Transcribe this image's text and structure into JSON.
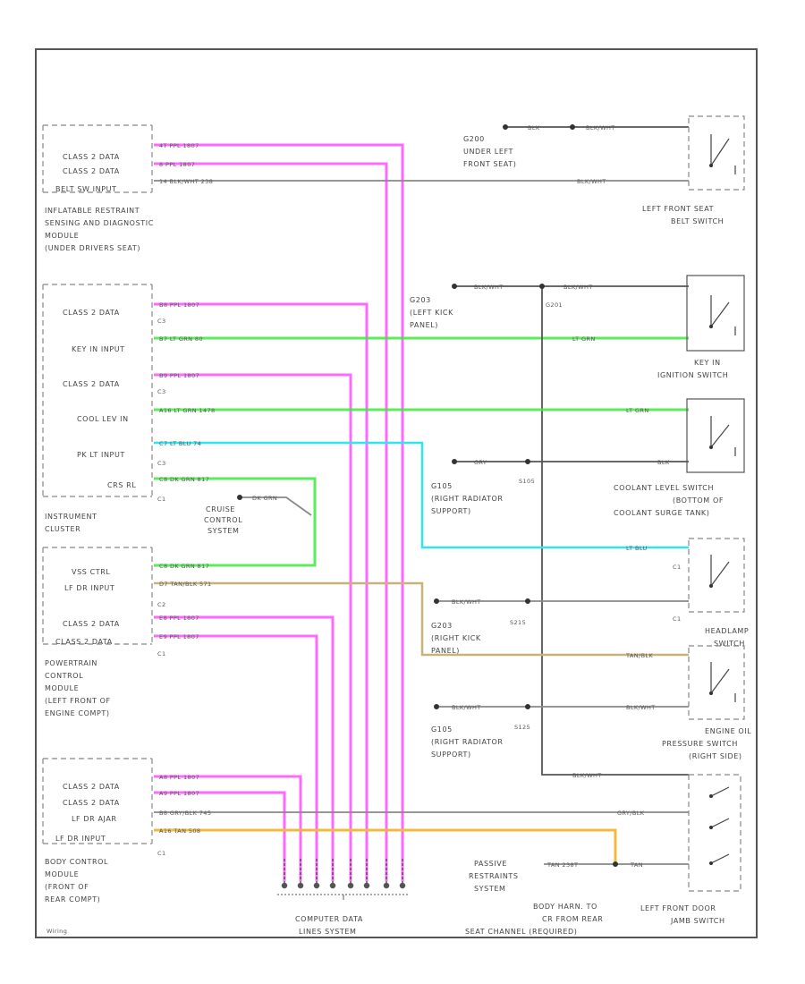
{
  "modules": {
    "sdm": {
      "pins": [
        "CLASS 2 DATA",
        "CLASS 2 DATA",
        "BELT SW INPUT"
      ],
      "title": [
        "INFLATABLE RESTRAINT",
        "SENSING AND DIAGNOSTIC",
        "MODULE",
        "(UNDER DRIVERS SEAT)"
      ]
    },
    "cluster": {
      "pins": [
        "CLASS 2 DATA",
        "KEY IN INPUT",
        "CLASS 2 DATA",
        "COOL LEV IN",
        "PK LT INPUT",
        "CRS RL"
      ],
      "connectors": [
        "C3",
        "C3",
        "C3",
        "C1"
      ],
      "title": [
        "INSTRUMENT",
        "CLUSTER"
      ]
    },
    "pcm": {
      "pins": [
        "VSS CTRL",
        "LF DR INPUT",
        "CLASS 2 DATA",
        "CLASS 2 DATA"
      ],
      "connectors": [
        "C2",
        "C1"
      ],
      "title": [
        "POWERTRAIN",
        "CONTROL",
        "MODULE",
        "(LEFT FRONT OF",
        "ENGINE COMPT)"
      ]
    },
    "bcm": {
      "pins": [
        "CLASS 2 DATA",
        "CLASS 2 DATA",
        "LF DR AJAR",
        "LF DR INPUT"
      ],
      "connectors": [
        "C1"
      ],
      "title": [
        "BODY CONTROL",
        "MODULE",
        "(FRONT OF",
        "REAR COMPT)"
      ]
    }
  },
  "wire_codes": {
    "sdm1": "4T  PPL  1807",
    "sdm2": "8  PPL  1807",
    "sdm3": "14  BLK/WHT  238",
    "ic1": "B8  PPL  1807",
    "ic2": "B7  LT GRN  80",
    "ic3": "B9  PPL  1807",
    "ic4": "A16  LT GRN  1478",
    "ic5": "C7  LT BLU  74",
    "ic6": "C8  DK GRN  817",
    "cruise": "DK GRN",
    "pcm1": "C8  DK GRN  817",
    "pcm2": "D7  TAN/BLK  571",
    "pcm3": "E8  PPL  1807",
    "pcm4": "E9  PPL  1807",
    "bcm1": "A8  PPL  1807",
    "bcm2": "A9  PPL  1807",
    "bcm3": "B8  GRY/BLK  745",
    "bcm4": "A16  TAN  508"
  },
  "right_labels": {
    "seatbelt_wire1": "BLK",
    "seatbelt_wire2": "BLK/WHT",
    "seatbelt_wire3": "BLK/WHT",
    "keyin_wire1": "BLK/WHT",
    "keyin_wire2": "BLK/WHT",
    "keyin_wire3": "LT GRN",
    "coolant_wire1": "LT GRN",
    "coolant_wire2": "GRY",
    "coolant_wire3": "BLK",
    "headlamp_wire1": "LT BLU",
    "headlamp_wire2": "BLK/WHT",
    "oil_wire1": "TAN/BLK",
    "oil_wire2": "BLK/WHT",
    "oil_wire3": "BLK/WHT",
    "door_wire1": "BLK/WHT",
    "door_wire2": "GRY/BLK",
    "door_wire3": "TAN",
    "passive_wire": "TAN  238T"
  },
  "grounds": {
    "g200": [
      "G200",
      "UNDER LEFT",
      "FRONT SEAT)"
    ],
    "g203": [
      "G203",
      "(LEFT KICK",
      "PANEL)"
    ],
    "g201": "G201",
    "g105a": [
      "G105",
      "(RIGHT RADIATOR",
      "SUPPORT)"
    ],
    "s105": "S105",
    "g203b": [
      "G203",
      "(RIGHT KICK",
      "PANEL)"
    ],
    "s215": "S215",
    "g105b": [
      "G105",
      "(RIGHT RADIATOR",
      "SUPPORT)"
    ],
    "s125": "S125"
  },
  "switches": {
    "seatbelt": [
      "LEFT FRONT SEAT",
      "BELT SWITCH"
    ],
    "keyin": [
      "KEY IN",
      "IGNITION SWITCH"
    ],
    "coolant": [
      "COOLANT LEVEL SWITCH",
      "(BOTTOM OF",
      "COOLANT SURGE TANK)"
    ],
    "headlamp": [
      "HEADLAMP",
      "SWITCH"
    ],
    "oil": [
      "ENGINE OIL",
      "PRESSURE SWITCH",
      "(RIGHT SIDE)"
    ],
    "door": [
      "LEFT FRONT DOOR",
      "JAMB SWITCH"
    ],
    "headlamp_conn": [
      "C1",
      "C1"
    ]
  },
  "misc": {
    "cruise_label": [
      "CRUISE",
      "CONTROL",
      "SYSTEM"
    ],
    "passive": [
      "PASSIVE",
      "RESTRAINTS",
      "SYSTEM"
    ],
    "body_harness": [
      "BODY HARN. TO",
      "CR FROM REAR",
      "SEAT CHANNEL (REQUIRED)"
    ],
    "computer_bus": [
      "COMPUTER DATA",
      "LINES SYSTEM"
    ],
    "footer_code": "Wiring"
  },
  "colors": {
    "pink": "#ff4fff",
    "green": "#3ee83e",
    "cyan": "#2fe6ee",
    "tan": "#c8b27a",
    "orange": "#f2b940",
    "gray": "#888888"
  }
}
